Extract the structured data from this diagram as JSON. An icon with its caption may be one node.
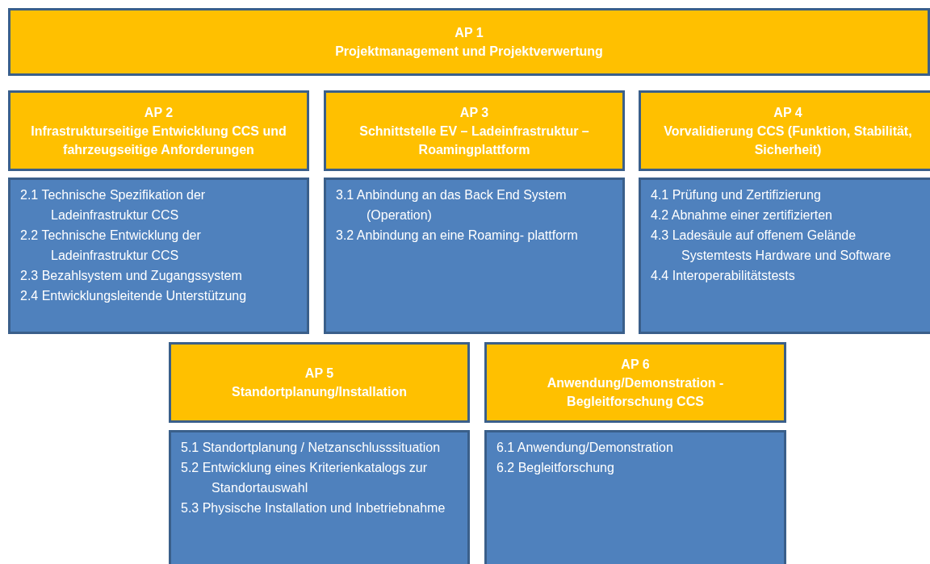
{
  "diagram": {
    "nodes": [
      {
        "text": [
          "AP 1",
          "Projektmanagement und Projektverwertung"
        ]
      },
      {
        "text": [
          "AP 2",
          "Infrastrukturseitige Entwicklung CCS und fahrzeugseitige Anforderungen"
        ]
      },
      {
        "text": [
          "2.1 Technische Spezifikation der Ladeinfrastruktur CCS",
          "2.2 Technische Entwicklung der Ladeinfrastruktur CCS",
          "2.3 Bezahlsystem und Zugangssystem",
          "2.4 Entwicklungsleitende Unterstützung"
        ]
      },
      {
        "text": [
          "AP 3",
          "Schnittstelle EV – Ladeinfrastruktur – Roamingplattform"
        ]
      },
      {
        "text": [
          "3.1 Anbindung an das Back End System (Operation)",
          "3.2 Anbindung an eine Roaming- plattform"
        ]
      },
      {
        "text": [
          "AP 4",
          "Vorvalidierung CCS (Funktion, Stabilität, Sicherheit)"
        ]
      },
      {
        "text": [
          "4.1 Prüfung und Zertifizierung",
          "4.2 Abnahme einer zertifizierten",
          "4.3 Ladesäule auf offenem Gelände Systemtests Hardware und Software",
          "4.4 Interoperabilitätstests"
        ]
      },
      {
        "text": [
          "AP 5",
          "Standortplanung/Installation"
        ]
      },
      {
        "text": [
          "5.1 Standortplanung / Netzanschlusssituation",
          "5.2 Entwicklung eines Kriterienkatalogs zur Standortauswahl",
          "5.3 Physische Installation und Inbetriebnahme"
        ]
      },
      {
        "text": [
          "AP 6",
          "Anwendung/Demonstration - Begleitforschung CCS"
        ]
      },
      {
        "text": [
          "6.1 Anwendung/Demonstration",
          "6.2 Begleitforschung"
        ]
      }
    ]
  }
}
